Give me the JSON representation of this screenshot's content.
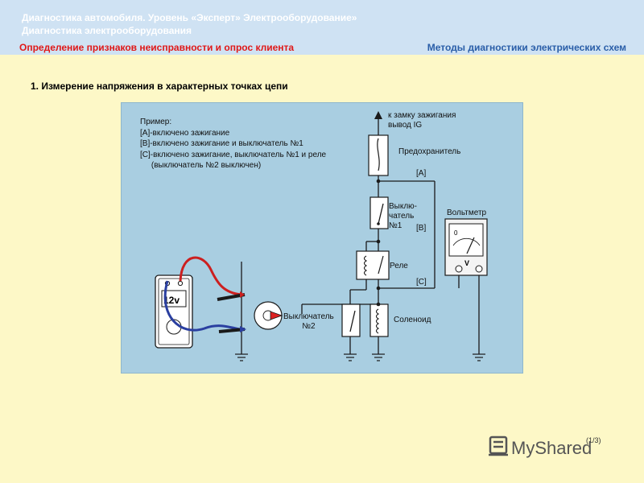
{
  "header": {
    "course_title": "Диагностика автомобиля. Уровень «Эксперт» Электрооборудование»\nДиагностика электрооборудования",
    "nav_left": "Определение признаков неисправности и опрос клиента",
    "nav_right": "Методы диагностики электрических схем"
  },
  "section": {
    "heading": "1. Измерение напряжения в характерных точках цепи"
  },
  "diagram": {
    "example": [
      "Пример:",
      "[A]-включено зажигание",
      "[B]-включено зажигание и выключатель №1",
      "[C]-включено зажигание, выключатель №1 и реле",
      "     (выключатель №2 выключен)"
    ],
    "ignition_label": "к замку зажигания\nвывод IG",
    "fuse_label": "Предохранитель",
    "point_a": "[A]",
    "point_b": "[B]",
    "point_c": "[C]",
    "switch1_label": "Выклю-\nчатель\n№1",
    "voltmeter_label": "Вольтметр",
    "relay_label": "Реле",
    "solenoid_label": "Соленоид",
    "switch2_label": "Выключатель\n№2",
    "meter_display": "12v",
    "voltmeter_zero": "0",
    "voltmeter_unit": "V"
  },
  "footer": {
    "page": "(1/3)",
    "logo_text": "MyShared"
  },
  "colors": {
    "background": "#fdf8c7",
    "header": "#cfe2f3",
    "nav_left": "#e01818",
    "nav_right": "#2a5ea8",
    "panel": "#a9cee1"
  }
}
